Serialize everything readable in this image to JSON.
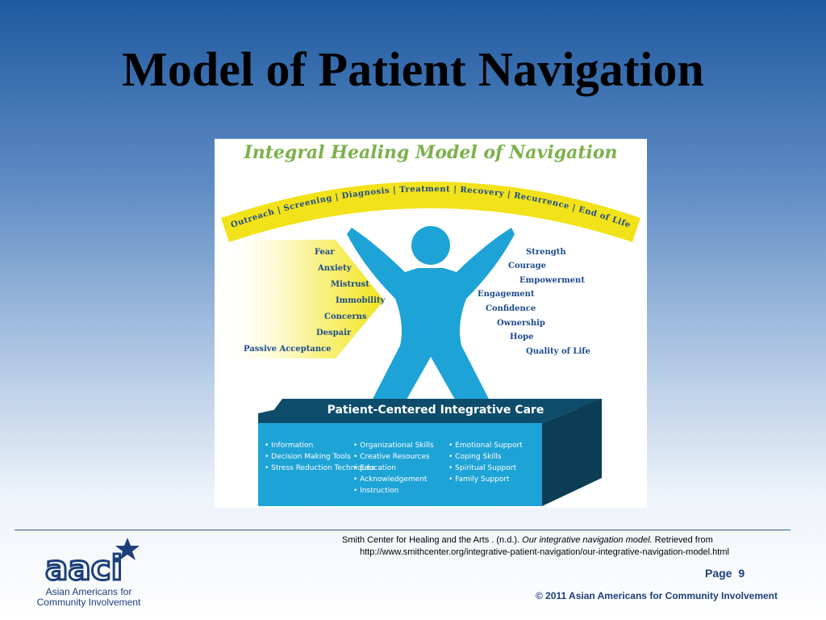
{
  "slide": {
    "title": "Model of Patient Navigation"
  },
  "figure": {
    "heading": "Integral Healing Model of Navigation",
    "continuum": [
      "Outreach",
      "Screening",
      "Diagnosis",
      "Treatment",
      "Recovery",
      "Recurrence",
      "End of Life"
    ],
    "left_words": [
      "Fear",
      "Anxiety",
      "Mistrust",
      "Immobility",
      "Concerns",
      "Despair",
      "Passive Acceptance"
    ],
    "right_words": [
      "Strength",
      "Courage",
      "Empowerment",
      "Engagement",
      "Confidence",
      "Ownership",
      "Hope",
      "Quality of Life"
    ],
    "base_title": "Patient-Centered Integrative Care",
    "care_columns": [
      [
        "Information",
        "Decision Making Tools",
        "Stress Reduction Techniques"
      ],
      [
        "Organizational Skills",
        "Creative Resources",
        "Education",
        "Acknowledgement",
        "Instruction"
      ],
      [
        "Emotional Support",
        "Coping Skills",
        "Spiritual Support",
        "Family Support"
      ]
    ],
    "colors": {
      "heading": "#7bb14a",
      "arc": "#f2e21a",
      "arrow": "#f6ec55",
      "figure_blue": "#1ea3d6",
      "words": "#1c4a8c",
      "box_front": "#1ea3d6",
      "box_top": "#0d4d6b",
      "box_side": "#0b3d55"
    }
  },
  "citation": {
    "prefix": "Smith Center for Healing and the Arts . (n.d.). ",
    "title": "Our integrative navigation model.",
    "suffix": " Retrieved from",
    "url": "http://www.smithcenter.org/integrative-patient-navigation/our-integrative-navigation-model.html"
  },
  "footer": {
    "page_label": "Page",
    "page_number": "9",
    "copyright": "© 2011 Asian Americans for Community Involvement",
    "logo_word": "aaci",
    "logo_caption_1": "Asian Americans for",
    "logo_caption_2": "Community Involvement"
  }
}
